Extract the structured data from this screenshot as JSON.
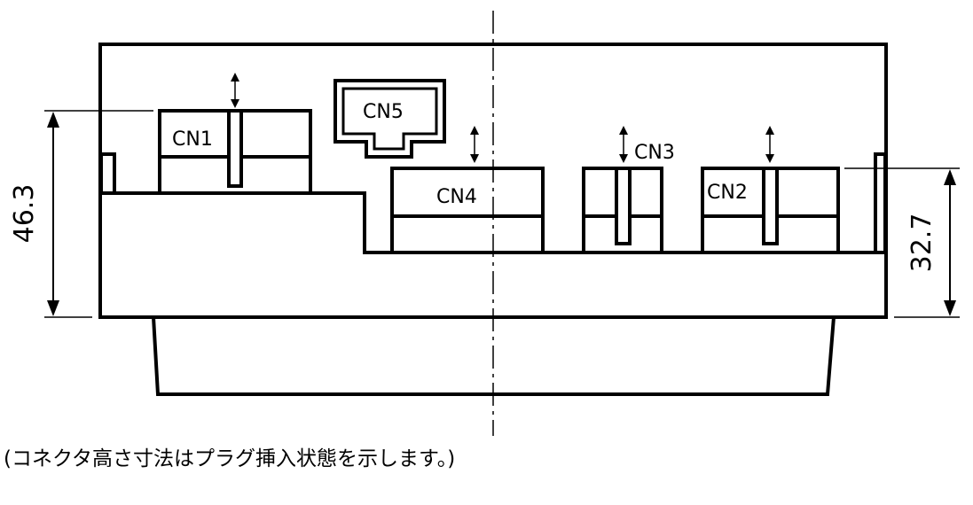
{
  "connectors": {
    "cn1": "CN1",
    "cn2": "CN2",
    "cn3": "CN3",
    "cn4": "CN4",
    "cn5": "CN5"
  },
  "dimensions": {
    "left_height": "46.3",
    "right_height": "32.7"
  },
  "note": "(コネクタ高さ寸法はプラグ挿入状態を示します。)",
  "colors": {
    "line": "#000000",
    "background": "#ffffff"
  }
}
